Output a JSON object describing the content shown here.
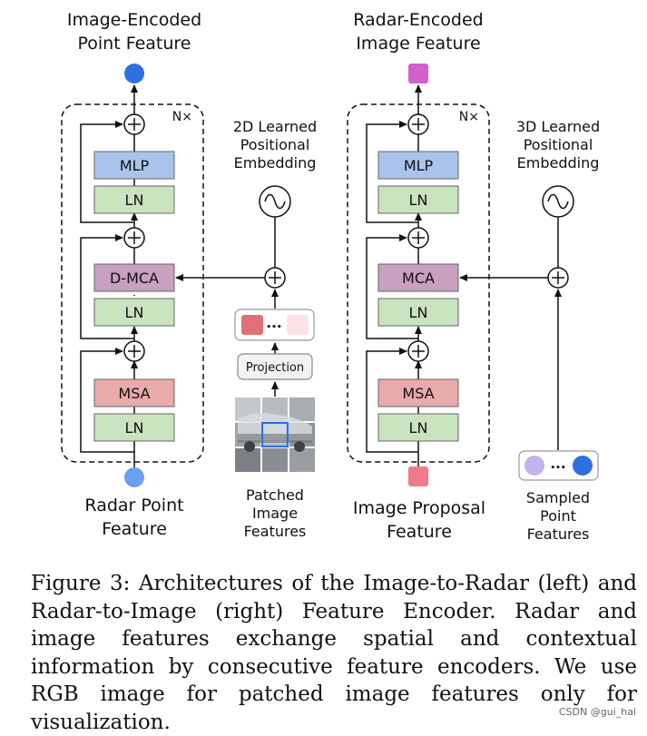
{
  "left": {
    "output_label": [
      "Image-Encoded",
      "Point Feature"
    ],
    "input_label": [
      "Radar Point",
      "Feature"
    ],
    "repeat": "N×",
    "blocks": {
      "mlp": "MLP",
      "ln_top": "LN",
      "attn": "D-MCA",
      "ln_mid": "LN",
      "msa": "MSA",
      "ln_bot": "LN"
    },
    "pos_embed_label": [
      "2D Learned",
      "Positional",
      "Embedding"
    ],
    "projection": "Projection",
    "ellipsis": "•••",
    "side_input_label": [
      "Patched",
      "Image",
      "Features"
    ]
  },
  "right": {
    "output_label": [
      "Radar-Encoded",
      "Image Feature"
    ],
    "input_label": [
      "Image Proposal",
      "Feature"
    ],
    "repeat": "N×",
    "blocks": {
      "mlp": "MLP",
      "ln_top": "LN",
      "attn": "MCA",
      "ln_mid": "LN",
      "msa": "MSA",
      "ln_bot": "LN"
    },
    "pos_embed_label": [
      "3D Learned",
      "Positional",
      "Embedding"
    ],
    "ellipsis": "•••",
    "side_input_label": [
      "Sampled",
      "Point",
      "Features"
    ]
  },
  "colors": {
    "mlp": "#a9c4ea",
    "ln": "#c9e3bf",
    "attn": "#c9a0c0",
    "msa": "#e8aaaa",
    "out_left": "#2f6fe0",
    "in_left": "#6aa0ee",
    "out_right": "#d060cc",
    "in_right": "#ee7a8a"
  },
  "caption": "Figure 3: Architectures of the Image-to-Radar (left) and Radar-to-Image (right) Feature Encoder. Radar and image features exchange spatial and contextual information by consecutive feature encoders. We use RGB image for patched image features only for visualization.",
  "watermark": "CSDN @gui_hai"
}
